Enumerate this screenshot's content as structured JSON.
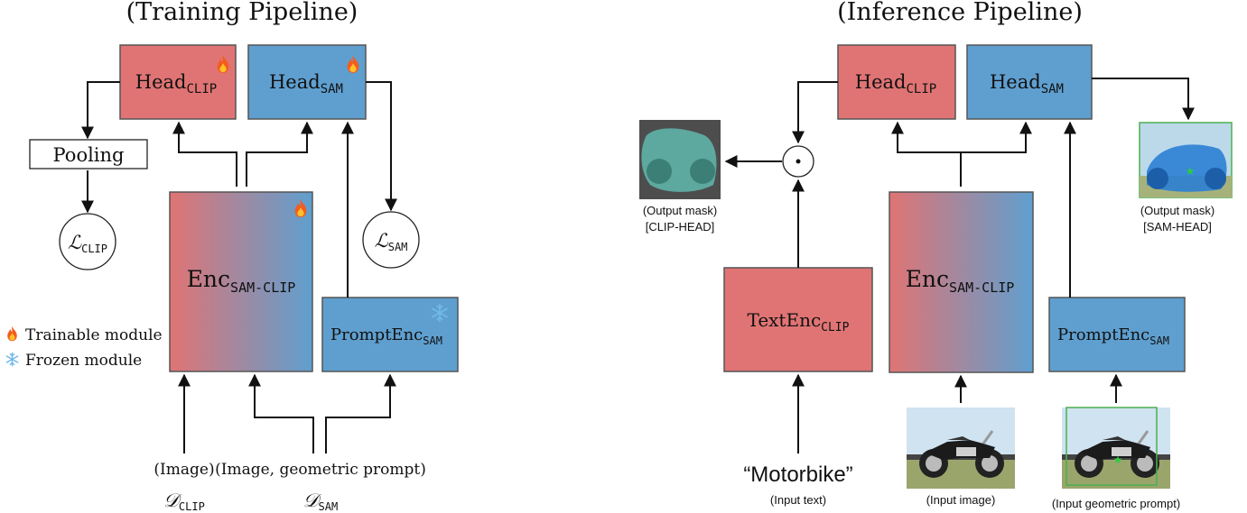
{
  "training": {
    "title": "(Training Pipeline)",
    "head_clip": {
      "main": "Head",
      "sub": "CLIP"
    },
    "head_sam": {
      "main": "Head",
      "sub": "SAM"
    },
    "pooling": "Pooling",
    "loss_clip": {
      "main": "ℒ",
      "sub": "CLIP"
    },
    "loss_sam": {
      "main": "ℒ",
      "sub": "SAM"
    },
    "encoder": {
      "main": "Enc",
      "sub": "SAM-CLIP"
    },
    "prompt_enc": {
      "main": "PromptEnc",
      "sub": "SAM"
    },
    "input_image": "(Image)",
    "input_image_prompt": "(Image, geometric prompt)",
    "dataset_clip": {
      "main": "𝒟",
      "sub": "CLIP"
    },
    "dataset_sam": {
      "main": "𝒟",
      "sub": "SAM"
    }
  },
  "legend": {
    "trainable": "Trainable module",
    "frozen": "Frozen module"
  },
  "inference": {
    "title": "(Inference Pipeline)",
    "head_clip": {
      "main": "Head",
      "sub": "CLIP"
    },
    "head_sam": {
      "main": "Head",
      "sub": "SAM"
    },
    "dot_op": "·",
    "encoder": {
      "main": "Enc",
      "sub": "SAM-CLIP"
    },
    "text_enc": {
      "main": "TextEnc",
      "sub": "CLIP"
    },
    "prompt_enc": {
      "main": "PromptEnc",
      "sub": "SAM"
    },
    "output_mask_clip": {
      "line1": "(Output mask)",
      "line2": "[CLIP-HEAD]"
    },
    "output_mask_sam": {
      "line1": "(Output mask)",
      "line2": "[SAM-HEAD]"
    },
    "input_text_value": "“Motorbike”",
    "input_text_label": "(Input text)",
    "input_image_label": "(Input image)",
    "input_prompt_label": "(Input geometric prompt)"
  },
  "colors": {
    "red": "#e07474",
    "blue": "#5f9fcf",
    "stroke": "#555555",
    "arrow": "#111111"
  },
  "icons": [
    "fire-icon",
    "snowflake-icon",
    "motorbike-image"
  ]
}
